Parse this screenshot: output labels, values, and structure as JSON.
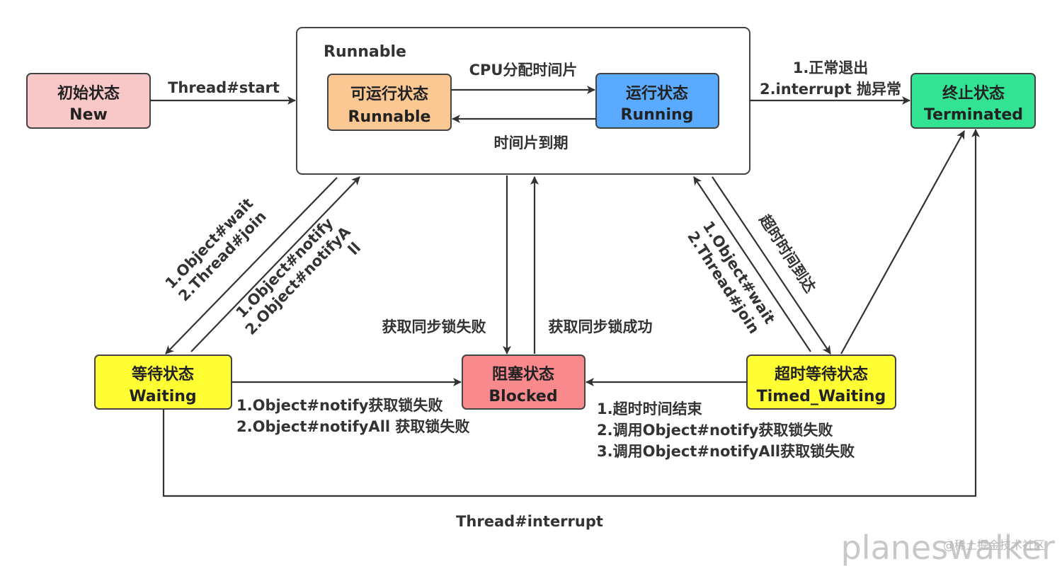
{
  "states": {
    "new": {
      "title": "初始状态",
      "sub": "New",
      "color": "#f8c8c8"
    },
    "runnable_group": {
      "title": "Runnable"
    },
    "ready": {
      "title": "可运行状态",
      "sub": "Runnable",
      "color": "#fbc894"
    },
    "running": {
      "title": "运行状态",
      "sub": "Running",
      "color": "#5aabff"
    },
    "terminated": {
      "title": "终止状态",
      "sub": "Terminated",
      "color": "#33e394"
    },
    "waiting": {
      "title": "等待状态",
      "sub": "Waiting",
      "color": "#ffff33"
    },
    "blocked": {
      "title": "阻塞状态",
      "sub": "Blocked",
      "color": "#f88a8e"
    },
    "timed_waiting": {
      "title": "超时等待状态",
      "sub": "Timed_Waiting",
      "color": "#ffff33"
    }
  },
  "labels": {
    "start": "Thread#start",
    "cpu": "CPU分配时间片",
    "timeslice": "时间片到期",
    "exit_1": "1.正常退出",
    "exit_2": "2.interrupt 抛异常",
    "wait_1": "1.Object#wait",
    "wait_2": "2.Thread#join",
    "notify_1": "1.Object#notify",
    "notify_2": "2.Object#notifyA",
    "notify_3": "ll",
    "lock_fail": "获取同步锁失败",
    "lock_ok": "获取同步锁成功",
    "twait_1": "1.Object#wait",
    "twait_2": "2.Thread#join",
    "timeout": "超时时间到达",
    "w2b_1": "1.Object#notify获取锁失败",
    "w2b_2": "2.Object#notifyAll 获取锁失败",
    "tw2b_1": "1.超时时间结束",
    "tw2b_2": "2.调用Object#notify获取锁失败",
    "tw2b_3": "3.调用Object#notifyAll获取锁失败",
    "interrupt": "Thread#interrupt"
  },
  "watermark": {
    "big": "planeswalker",
    "small": "@稀土掘金技术社区"
  },
  "colors": {
    "line": "#333333",
    "border": "#444444"
  }
}
